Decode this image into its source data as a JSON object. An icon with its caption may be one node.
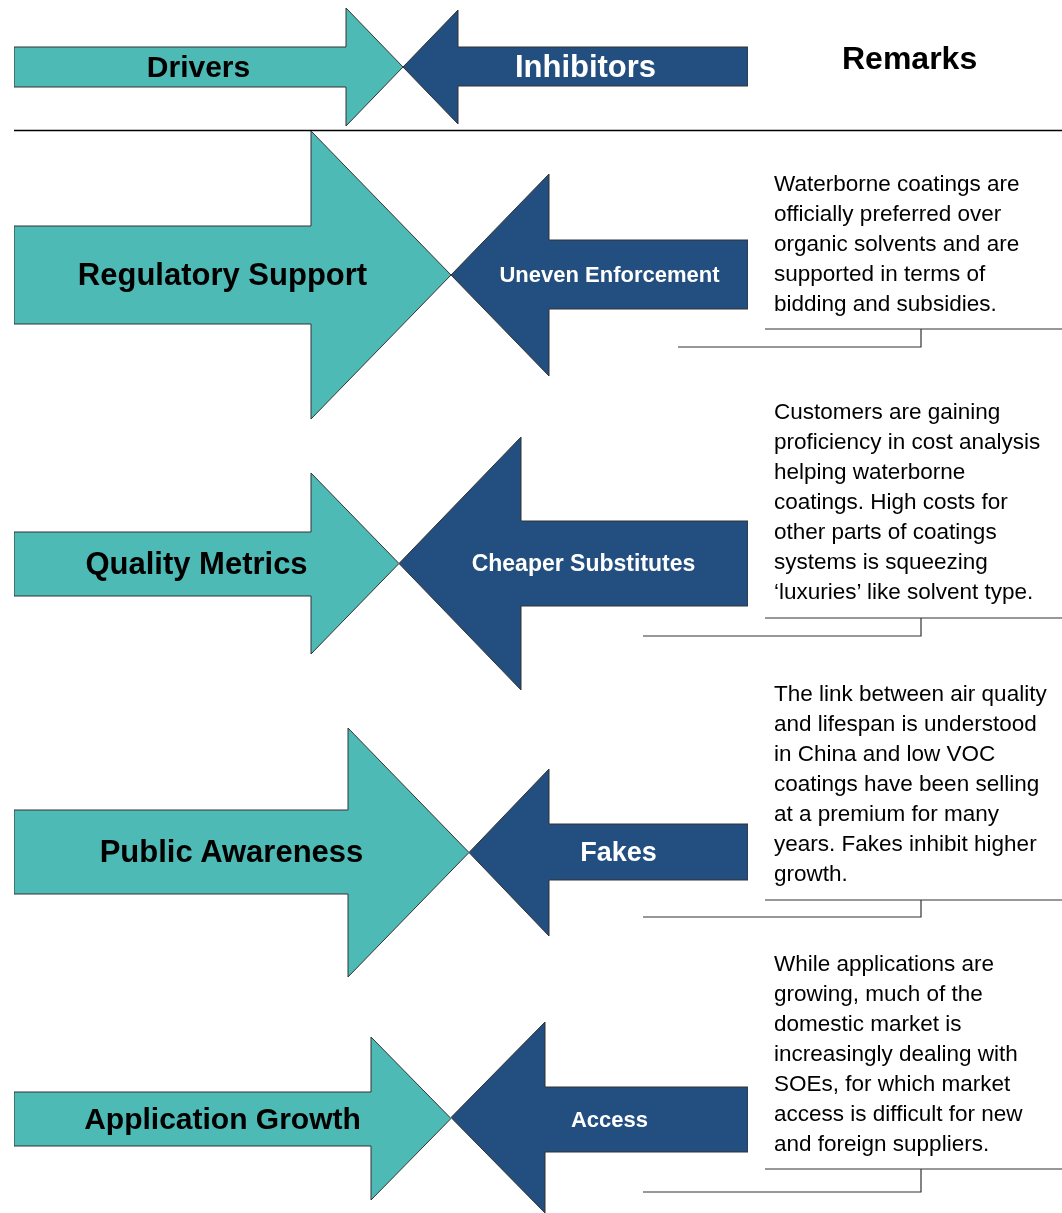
{
  "diagram": {
    "nodes": [
      {
        "text": [
          "Drivers"
        ]
      },
      {
        "text": [
          "Inhibitors"
        ]
      },
      {
        "text": [
          "Regulatory Support"
        ]
      },
      {
        "text": [
          "Uneven Enforcement"
        ]
      },
      {
        "text": [
          "Quality Metrics"
        ]
      },
      {
        "text": [
          "Cheaper Substitutes"
        ]
      },
      {
        "text": [
          "Public Awareness"
        ]
      },
      {
        "text": [
          "Fakes"
        ]
      },
      {
        "text": [
          "Application Growth"
        ]
      },
      {
        "text": [
          "Access"
        ]
      }
    ],
    "labels": [
      "Remarks",
      "Waterborne coatings are officially preferred over organic solvents and are supported in terms of bidding and subsidies.",
      "Customers are gaining proficiency in cost analysis helping waterborne coatings. High costs for other parts of coatings systems is squeezing ‘luxuries’ like solvent type.",
      "The link between air quality and lifespan is understood in China and low VOC coatings have been selling at a premium for many years. Fakes inhibit higher growth.",
      "While applications are growing, much of the domestic market is increasingly dealing with SOEs, for which market access is difficult for new and foreign suppliers."
    ]
  }
}
